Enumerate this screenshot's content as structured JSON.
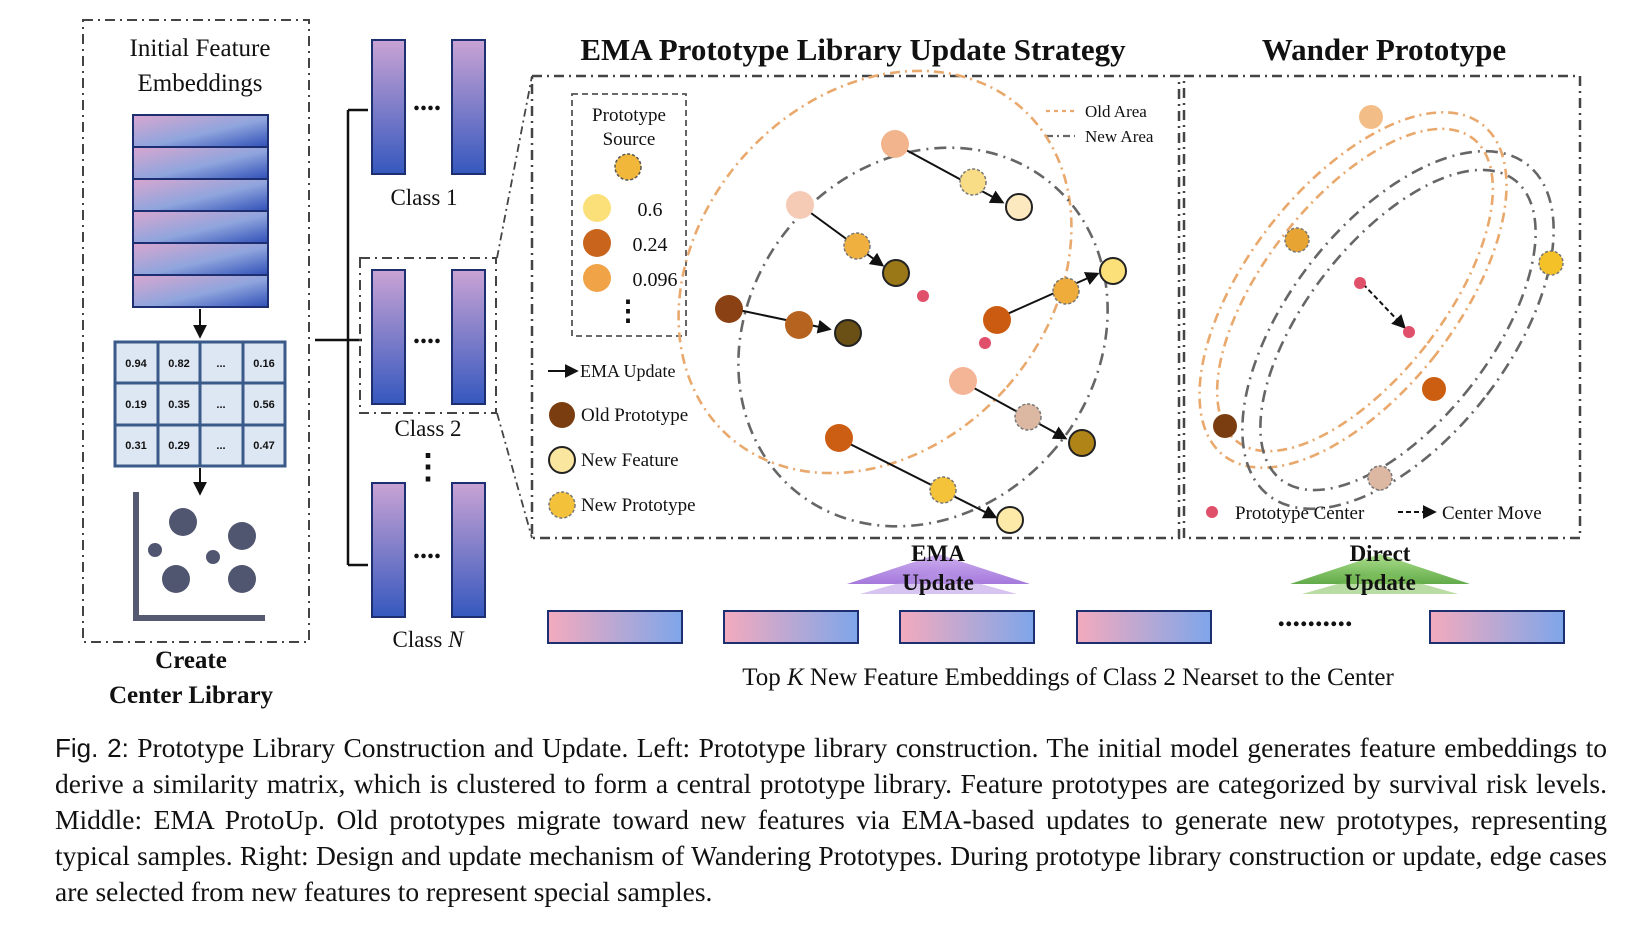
{
  "left_panel": {
    "title_line1": "Initial Feature",
    "title_line2": "Embeddings",
    "matrix": [
      [
        "0.94",
        "0.82",
        "...",
        "0.16"
      ],
      [
        "0.19",
        "0.35",
        "...",
        "0.56"
      ],
      [
        "0.31",
        "0.29",
        "...",
        "0.47"
      ]
    ],
    "footer_line1": "Create",
    "footer_line2": "Center Library"
  },
  "middle": {
    "class1": "Class 1",
    "class2": "Class 2",
    "classN_prefix": "Class ",
    "classN_var": "N",
    "dots": "....",
    "vdots": "⋮"
  },
  "ema_panel": {
    "title": "EMA Prototype Library Update Strategy",
    "source_title_1": "Prototype",
    "source_title_2": "Source",
    "weights": [
      "0.6",
      "0.24",
      "0.096"
    ],
    "legend_area": {
      "old": "Old Area",
      "new": "New Area"
    },
    "legend": {
      "ema_update": "EMA Update",
      "old_prototype": "Old Prototype",
      "new_feature": "New Feature",
      "new_prototype": "New Prototype"
    },
    "badge_line1": "EMA",
    "badge_line2": "Update"
  },
  "wander_panel": {
    "title": "Wander Prototype",
    "legend_center": "Prototype Center",
    "legend_move": "Center Move",
    "badge_line1": "Direct",
    "badge_line2": "Update"
  },
  "bottom": {
    "ellipsis": "..........",
    "label_prefix": "Top ",
    "label_var": "K",
    "label_suffix": " New Feature Embeddings of Class 2 Nearset to the Center"
  },
  "caption": {
    "label": "Fig. 2:",
    "text": " Prototype Library Construction and Update. Left: Prototype library construction. The initial model generates feature embeddings to derive a similarity matrix, which is clustered to form a central prototype library. Feature prototypes are categorized by survival risk levels. Middle: EMA ProtoUp. Old prototypes migrate toward new features via EMA-based updates to generate new prototypes, representing typical samples. Right: Design and update mechanism of Wandering Prototypes. During prototype library construction or update, edge cases are selected from new features to represent special samples."
  },
  "colors": {
    "old_prototype": "#7a3d10",
    "new_feature": "#fbe6a0",
    "new_prototype": "#f0b73b",
    "old_area": "#e9a86c",
    "new_area": "#666666",
    "center": "#e0506a",
    "ema_badge": "#b894e3",
    "direct_badge": "#7fbf5a"
  }
}
